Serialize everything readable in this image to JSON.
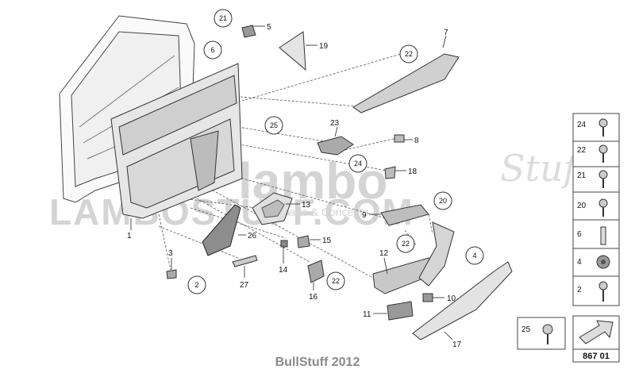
{
  "watermark": {
    "brand": "lambo",
    "script": "Stuff",
    "url": "LAMBOSTUFF.COM",
    "tagline": "Parts & Concepts"
  },
  "footer": "BullStuff 2012",
  "diagram_code": "867 01",
  "part_labels": {
    "p1": "1",
    "p3": "3",
    "p5": "5",
    "p7": "7",
    "p8": "8",
    "p9": "9",
    "p10": "10",
    "p11": "11",
    "p12": "12",
    "p13": "13",
    "p14": "14",
    "p15": "15",
    "p16": "16",
    "p17": "17",
    "p18": "18",
    "p19": "19",
    "p23": "23",
    "p26": "26",
    "p27": "27"
  },
  "callouts": {
    "c21": "21",
    "c6": "6",
    "c22a": "22",
    "c25": "25",
    "c24": "24",
    "c20": "20",
    "c22b": "22",
    "c4": "4",
    "c22c": "22",
    "c2": "2"
  },
  "fastener_legend": [
    "24",
    "22",
    "21",
    "20",
    "6",
    "4",
    "2"
  ],
  "fastener_extra": "25"
}
